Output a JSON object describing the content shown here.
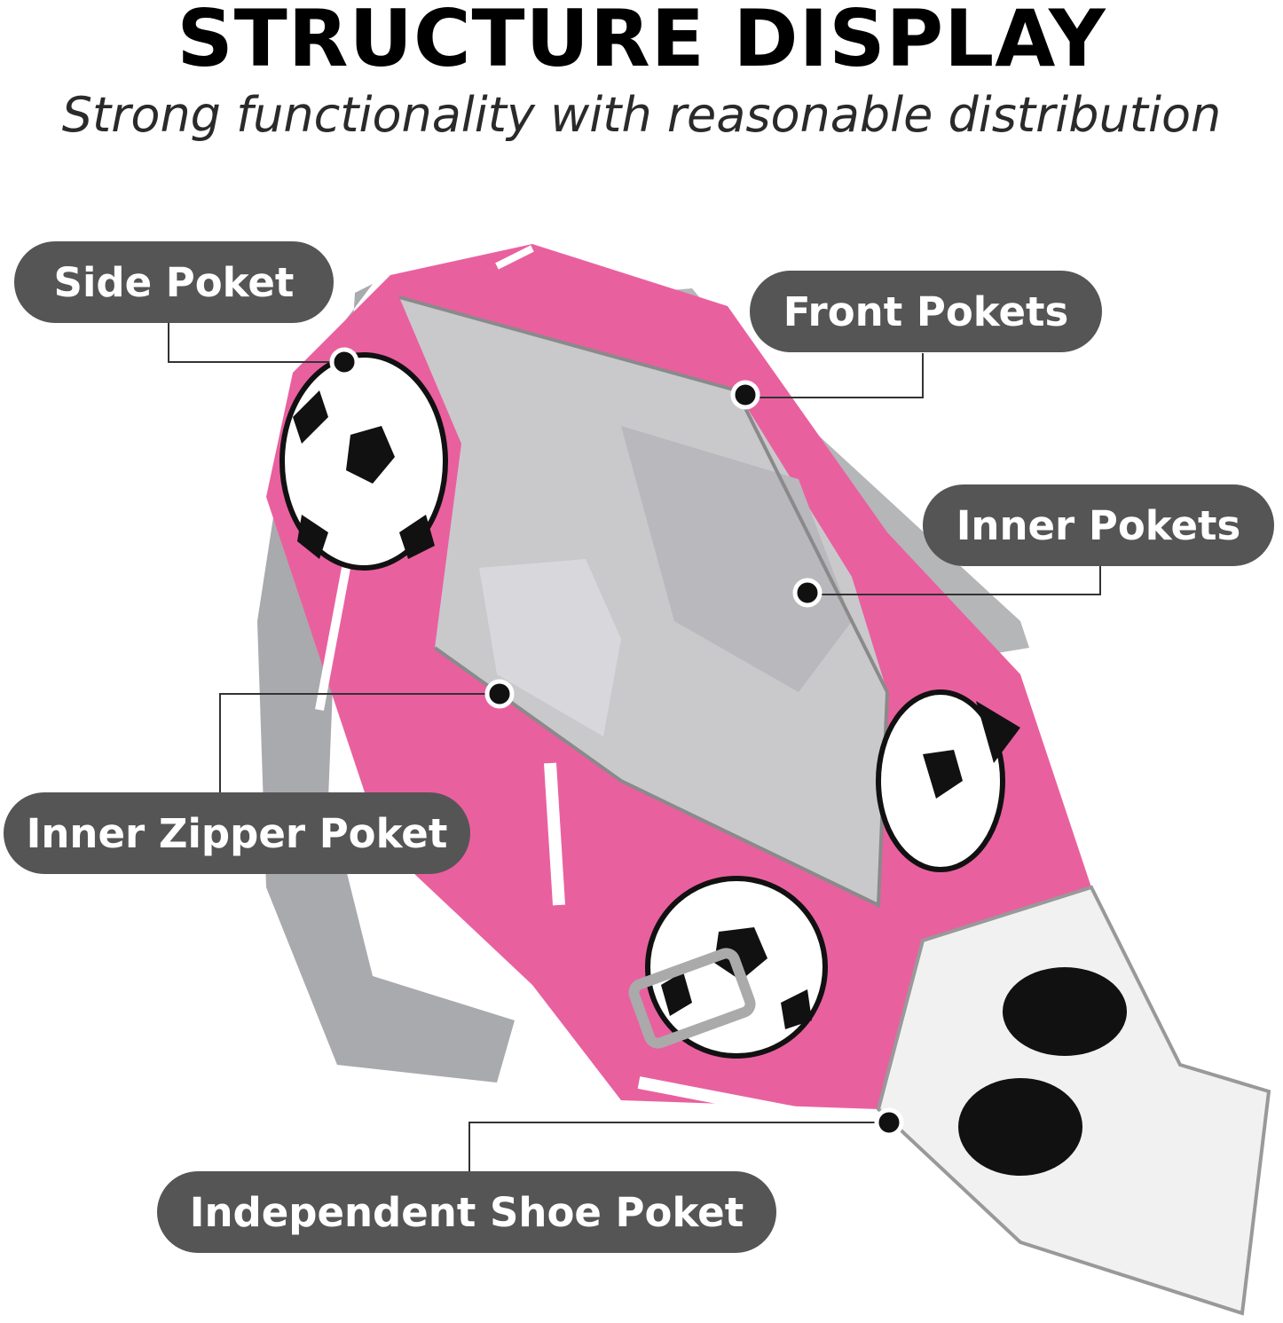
{
  "header": {
    "title": "STRUCTURE DISPLAY",
    "subtitle": "Strong functionality with reasonable distribution"
  },
  "labels": {
    "side_pocket": "Side Poket",
    "front_pockets": "Front Pokets",
    "inner_pockets": "Inner Pokets",
    "inner_zipper_pocket": "Inner Zipper Poket",
    "shoe_pocket": "Independent Shoe Poket"
  },
  "colors": {
    "bag_pink": "#e9609f",
    "lining_gray": "#c9c9cc",
    "strap_gray": "#a9aaad",
    "label_bg": "#555555"
  }
}
